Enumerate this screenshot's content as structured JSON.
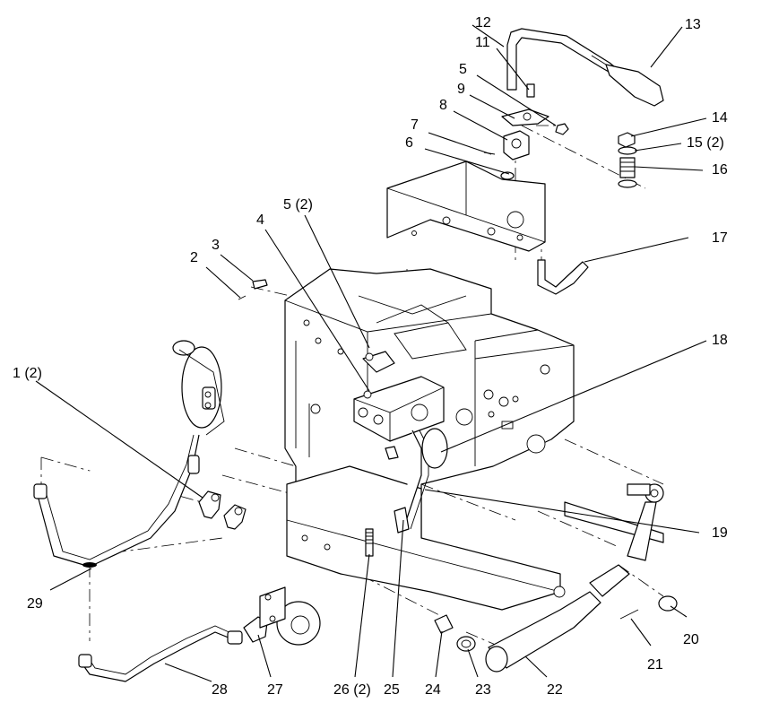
{
  "callouts": [
    {
      "id": "c1",
      "text": "1 (2)"
    },
    {
      "id": "c2",
      "text": "2"
    },
    {
      "id": "c3",
      "text": "3"
    },
    {
      "id": "c4",
      "text": "4"
    },
    {
      "id": "c5",
      "text": "5"
    },
    {
      "id": "c5b",
      "text": "5 (2)"
    },
    {
      "id": "c6",
      "text": "6"
    },
    {
      "id": "c7",
      "text": "7"
    },
    {
      "id": "c8",
      "text": "8"
    },
    {
      "id": "c9",
      "text": "9"
    },
    {
      "id": "c11",
      "text": "11"
    },
    {
      "id": "c12",
      "text": "12"
    },
    {
      "id": "c13",
      "text": "13"
    },
    {
      "id": "c14",
      "text": "14"
    },
    {
      "id": "c15",
      "text": "15 (2)"
    },
    {
      "id": "c16",
      "text": "16"
    },
    {
      "id": "c17",
      "text": "17"
    },
    {
      "id": "c18",
      "text": "18"
    },
    {
      "id": "c19",
      "text": "19"
    },
    {
      "id": "c20",
      "text": "20"
    },
    {
      "id": "c21",
      "text": "21"
    },
    {
      "id": "c22",
      "text": "22"
    },
    {
      "id": "c23",
      "text": "23"
    },
    {
      "id": "c24",
      "text": "24"
    },
    {
      "id": "c25",
      "text": "25"
    },
    {
      "id": "c26",
      "text": "26 (2)"
    },
    {
      "id": "c27",
      "text": "27"
    },
    {
      "id": "c28",
      "text": "28"
    },
    {
      "id": "c29",
      "text": "29"
    }
  ]
}
